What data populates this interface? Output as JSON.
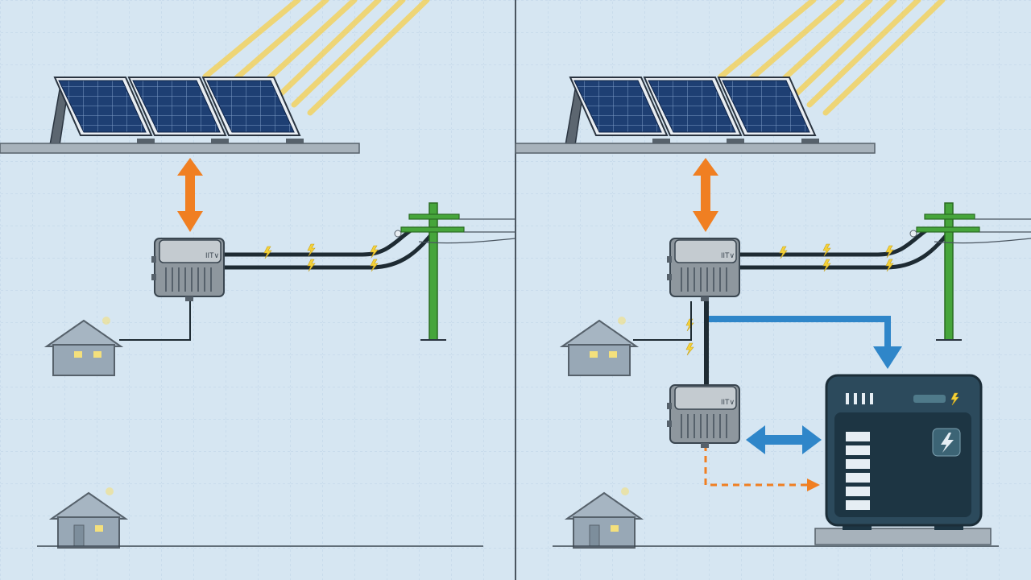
{
  "colors": {
    "background": "#d6e6f2",
    "grid": "#bcd3e6",
    "panel_fill": "#1e3f73",
    "panel_frame": "#e9eef3",
    "sun_ray": "#f6d04d",
    "rail": "#a7b2bb",
    "orange_arrow": "#f07f22",
    "blue_arrow": "#2f86c9",
    "pole": "#46a53b",
    "cable": "#1e2b33",
    "inverter_body": "#8e979e",
    "inverter_top": "#c4cbd0",
    "house": "#98a8b6",
    "window": "#f4e07c",
    "battery_body": "#2c4a5c",
    "battery_screen": "#1d3543"
  },
  "left_scene": {
    "inverter": {
      "label": "IIT∨",
      "icon": "inverter-box"
    },
    "connection_to_panels": "bidirectional",
    "grid_cables": 2,
    "spark_icon": "lightning-bolt"
  },
  "right_scene": {
    "inverter": {
      "label": "IIT∨",
      "icon": "inverter-box"
    },
    "second_inverter": {
      "label": "IIT∨",
      "icon": "inverter-box"
    },
    "connection_to_panels": "bidirectional",
    "battery": {
      "icon": "battery-cabinet",
      "charge_segments_total": 6,
      "charge_segments_filled": 6,
      "badge_icon": "lightning-bolt"
    },
    "flows": [
      "inverter-to-battery",
      "inverter-battery-bidirectional",
      "dashed-inverter-to-battery"
    ]
  }
}
